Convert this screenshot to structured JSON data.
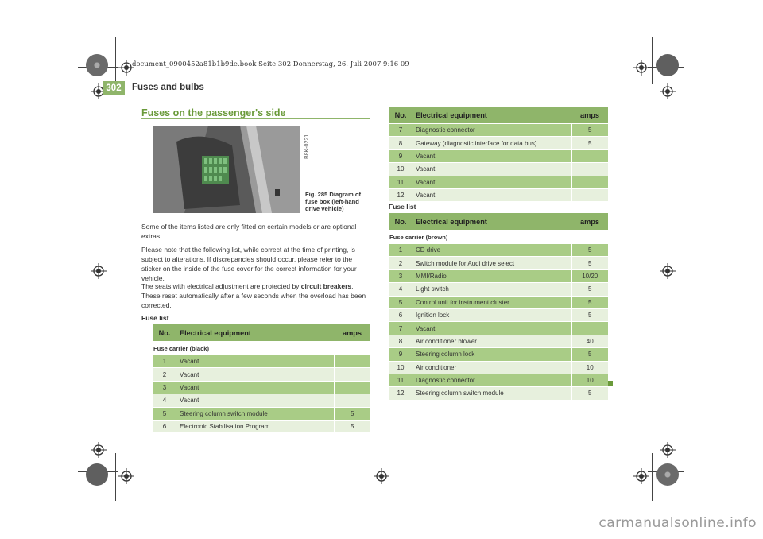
{
  "slug": "document_0900452a81b1b9de.book  Seite 302  Donnerstag, 26. Juli 2007  9:16 09",
  "page_number": "302",
  "running_head": "Fuses and bulbs",
  "section_title": "Fuses on the passenger's side",
  "figure": {
    "code": "B8K-0221",
    "caption": "Fig. 285  Diagram of fuse box (left-hand drive vehicle)"
  },
  "intro": {
    "p1": "Some of the items listed are only fitted on certain models or are optional extras.",
    "p2": "Please note that the following list, while correct at the time of printing, is subject to alterations. If discrepancies should occur, please refer to the sticker on the inside of the fuse cover for the correct information for your vehicle.",
    "p3_before": "The seats with electrical adjustment are protected by ",
    "p3_bold": "circuit breakers",
    "p3_after": ". These reset automatically after a few seconds when the overload has been corrected.",
    "fuse_list_label": "Fuse list"
  },
  "table_headers": {
    "no": "No.",
    "equipment": "Electrical equipment",
    "amps": "amps"
  },
  "black_carrier": {
    "title": "Fuse carrier (black)",
    "rows": [
      {
        "no": "1",
        "equipment": "Vacant",
        "amps": ""
      },
      {
        "no": "2",
        "equipment": "Vacant",
        "amps": ""
      },
      {
        "no": "3",
        "equipment": "Vacant",
        "amps": ""
      },
      {
        "no": "4",
        "equipment": "Vacant",
        "amps": ""
      },
      {
        "no": "5",
        "equipment": "Steering column switch module",
        "amps": "5"
      },
      {
        "no": "6",
        "equipment": "Electronic Stabilisation Program",
        "amps": "5"
      }
    ]
  },
  "black_continued": {
    "rows": [
      {
        "no": "7",
        "equipment": "Diagnostic connector",
        "amps": "5"
      },
      {
        "no": "8",
        "equipment": "Gateway (diagnostic interface for data bus)",
        "amps": "5"
      },
      {
        "no": "9",
        "equipment": "Vacant",
        "amps": ""
      },
      {
        "no": "10",
        "equipment": "Vacant",
        "amps": ""
      },
      {
        "no": "11",
        "equipment": "Vacant",
        "amps": ""
      },
      {
        "no": "12",
        "equipment": "Vacant",
        "amps": ""
      }
    ]
  },
  "right_fuse_list_label": "Fuse list",
  "brown_carrier": {
    "title": "Fuse carrier (brown)",
    "rows": [
      {
        "no": "1",
        "equipment": "CD drive",
        "amps": "5"
      },
      {
        "no": "2",
        "equipment": "Switch module for Audi drive select",
        "amps": "5"
      },
      {
        "no": "3",
        "equipment": "MMI/Radio",
        "amps": "10/20"
      },
      {
        "no": "4",
        "equipment": "Light switch",
        "amps": "5"
      },
      {
        "no": "5",
        "equipment": "Control unit for instrument cluster",
        "amps": "5"
      },
      {
        "no": "6",
        "equipment": "Ignition lock",
        "amps": "5"
      },
      {
        "no": "7",
        "equipment": "Vacant",
        "amps": ""
      },
      {
        "no": "8",
        "equipment": "Air conditioner blower",
        "amps": "40"
      },
      {
        "no": "9",
        "equipment": "Steering column lock",
        "amps": "5"
      },
      {
        "no": "10",
        "equipment": "Air conditioner",
        "amps": "10"
      },
      {
        "no": "11",
        "equipment": "Diagnostic connector",
        "amps": "10"
      },
      {
        "no": "12",
        "equipment": "Steering column switch module",
        "amps": "5"
      }
    ]
  },
  "watermark": "carmanualsonline.info",
  "colors": {
    "accent": "#8fb56a",
    "row_dark": "#a9cc86",
    "row_light": "#e7f0dd",
    "title_green": "#6a9a3a"
  }
}
